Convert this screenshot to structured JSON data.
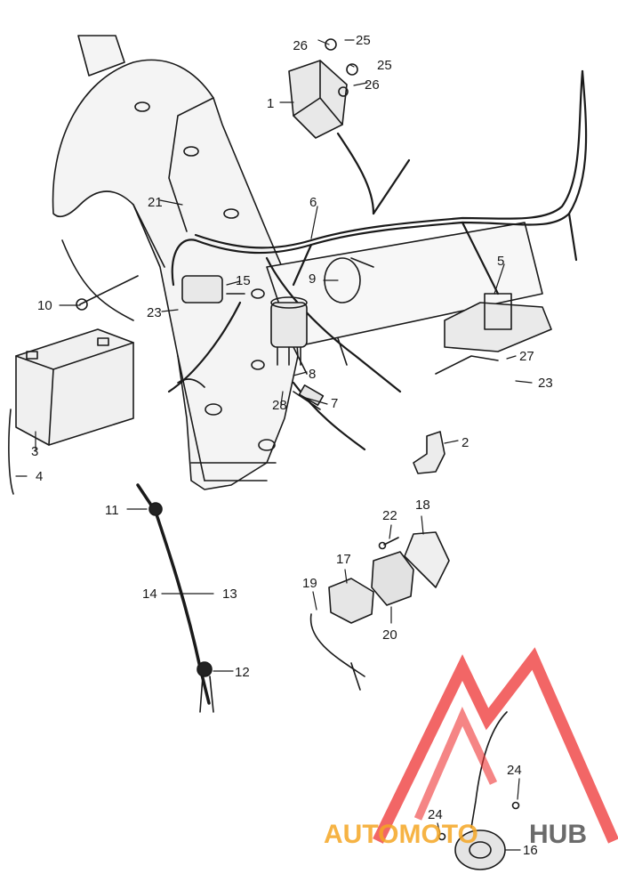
{
  "callouts": [
    {
      "id": "c1",
      "label": "1"
    },
    {
      "id": "c2",
      "label": "2"
    },
    {
      "id": "c3",
      "label": "3"
    },
    {
      "id": "c4",
      "label": "4"
    },
    {
      "id": "c5",
      "label": "5"
    },
    {
      "id": "c6",
      "label": "6"
    },
    {
      "id": "c7",
      "label": "7"
    },
    {
      "id": "c8",
      "label": "8"
    },
    {
      "id": "c9",
      "label": "9"
    },
    {
      "id": "c10",
      "label": "10"
    },
    {
      "id": "c11",
      "label": "11"
    },
    {
      "id": "c12",
      "label": "12"
    },
    {
      "id": "c13",
      "label": "13"
    },
    {
      "id": "c14",
      "label": "14"
    },
    {
      "id": "c15",
      "label": "15"
    },
    {
      "id": "c16",
      "label": "16"
    },
    {
      "id": "c17",
      "label": "17"
    },
    {
      "id": "c18",
      "label": "18"
    },
    {
      "id": "c19",
      "label": "19"
    },
    {
      "id": "c20",
      "label": "20"
    },
    {
      "id": "c21",
      "label": "21"
    },
    {
      "id": "c22",
      "label": "22"
    },
    {
      "id": "c23a",
      "label": "23"
    },
    {
      "id": "c23b",
      "label": "23"
    },
    {
      "id": "c24a",
      "label": "24"
    },
    {
      "id": "c24b",
      "label": "24"
    },
    {
      "id": "c25a",
      "label": "25"
    },
    {
      "id": "c25b",
      "label": "25"
    },
    {
      "id": "c26a",
      "label": "26"
    },
    {
      "id": "c26b",
      "label": "26"
    },
    {
      "id": "c27",
      "label": "27"
    },
    {
      "id": "c28",
      "label": "28"
    }
  ],
  "watermark": {
    "text_left": "AUTOMOTO",
    "text_right": "HUB",
    "color_red": "#ee3333",
    "color_orange": "#f5a623",
    "color_gray": "#6b6b6b"
  }
}
